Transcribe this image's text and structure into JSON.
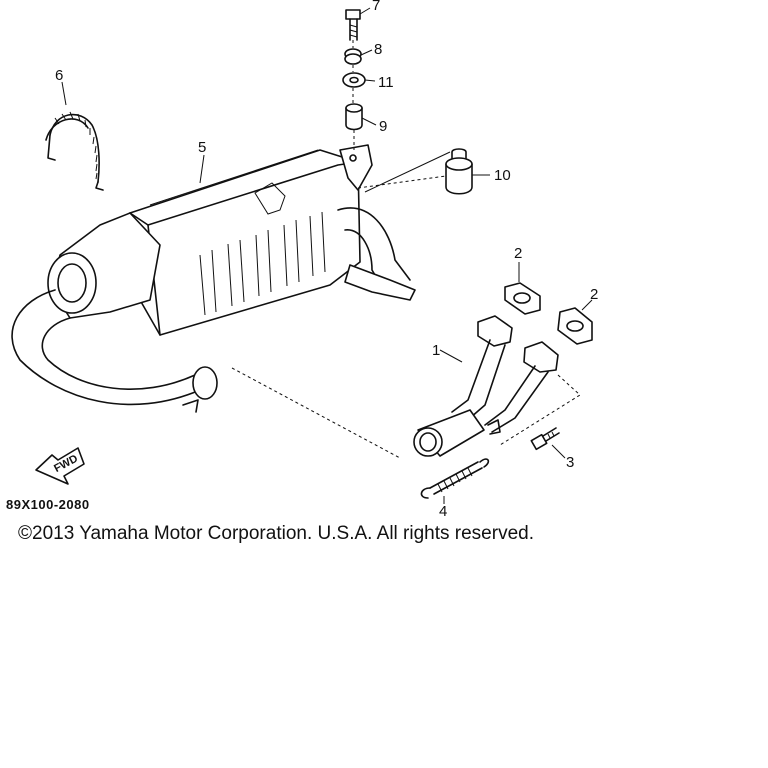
{
  "diagram": {
    "parts": [
      {
        "id": "7",
        "label": "7",
        "name": "bolt"
      },
      {
        "id": "8",
        "label": "8",
        "name": "washer"
      },
      {
        "id": "11",
        "label": "11",
        "name": "washer"
      },
      {
        "id": "9",
        "label": "9",
        "name": "collar"
      },
      {
        "id": "10",
        "label": "10",
        "name": "damper"
      },
      {
        "id": "6",
        "label": "6",
        "name": "spring"
      },
      {
        "id": "5",
        "label": "5",
        "name": "muffler"
      },
      {
        "id": "2a",
        "label": "2",
        "name": "gasket"
      },
      {
        "id": "2b",
        "label": "2",
        "name": "gasket"
      },
      {
        "id": "1",
        "label": "1",
        "name": "exhaust-pipe"
      },
      {
        "id": "3",
        "label": "3",
        "name": "bolt"
      },
      {
        "id": "4",
        "label": "4",
        "name": "spring"
      }
    ],
    "fwd_label": "FWD",
    "drawing_code": "89X100-2080",
    "copyright": "©2013 Yamaha Motor Corporation. U.S.A. All rights reserved."
  }
}
